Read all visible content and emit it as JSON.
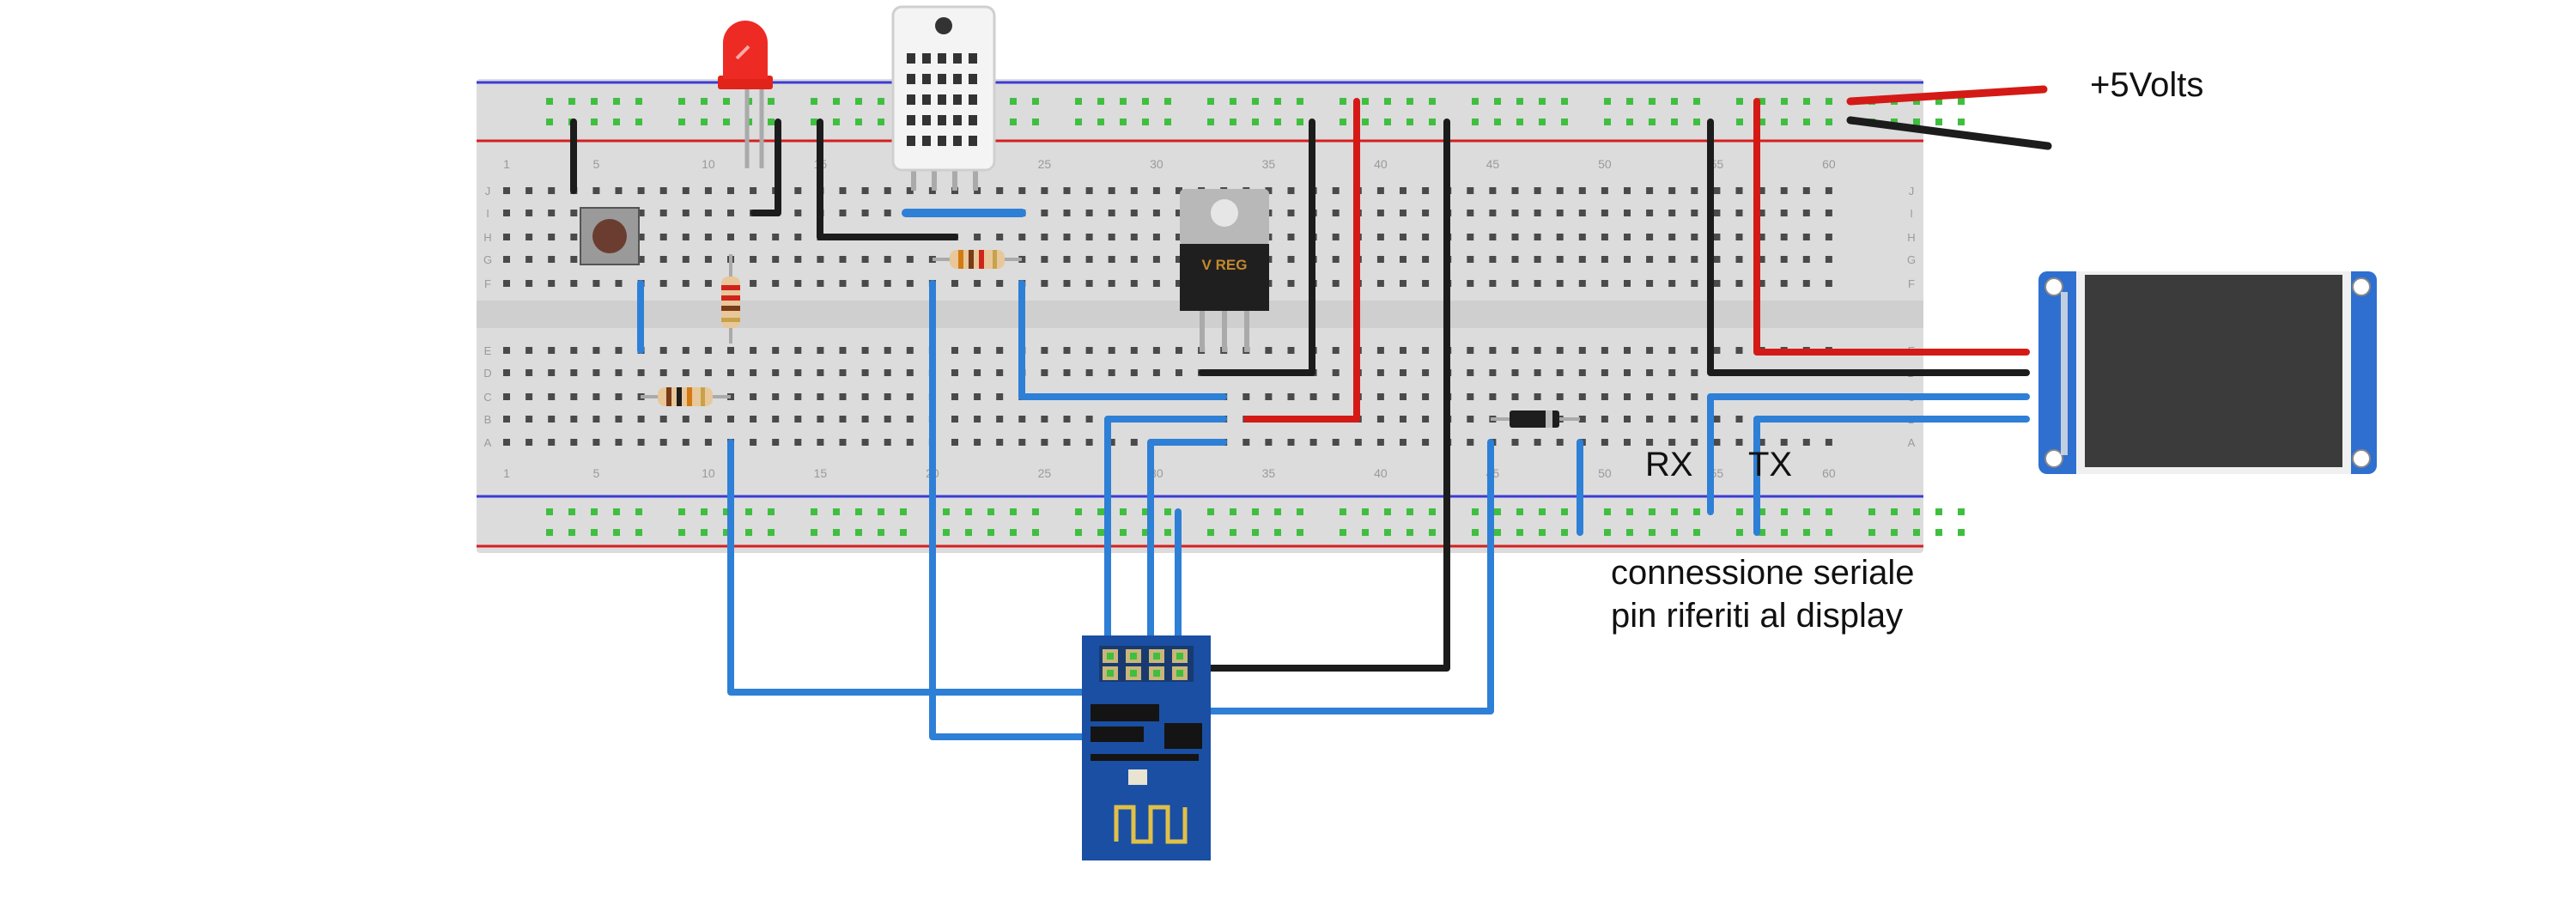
{
  "labels": {
    "power": "+5Volts",
    "rx": "RX",
    "tx": "TX",
    "note_line1": "connessione seriale",
    "note_line2": "pin riferiti al display",
    "regulator": "V REG"
  },
  "breadboard": {
    "column_numbers": [
      "1",
      "5",
      "10",
      "15",
      "20",
      "25",
      "30",
      "35",
      "40",
      "45",
      "50",
      "55",
      "60"
    ],
    "rows_top": [
      "J",
      "I",
      "H",
      "G",
      "F"
    ],
    "rows_bottom": [
      "E",
      "D",
      "C",
      "B",
      "A"
    ]
  },
  "colors": {
    "wire_red": "#d41a16",
    "wire_black": "#1c1c1c",
    "wire_blue": "#2e7fd6",
    "board": "#dcdcdc",
    "esp": "#1a4fa3",
    "display_pcb": "#2e6fd0"
  }
}
